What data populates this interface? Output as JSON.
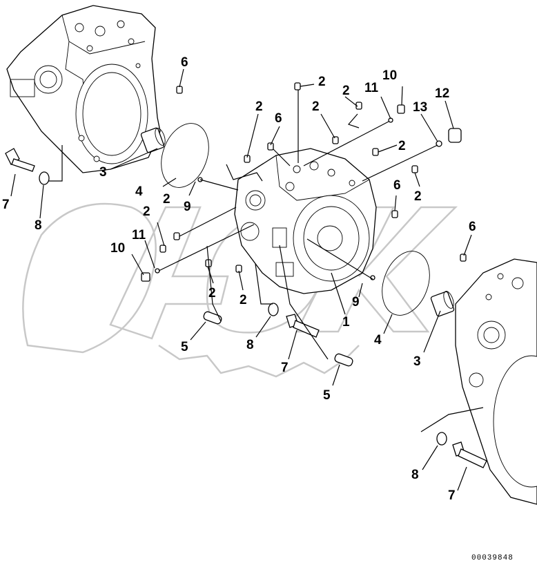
{
  "diagram": {
    "callouts": {
      "c1": "1",
      "c2a": "2",
      "c2b": "2",
      "c2c": "2",
      "c2d": "2",
      "c2e": "2",
      "c2f": "2",
      "c2g": "2",
      "c2h": "2",
      "c2i": "2",
      "c2j": "2",
      "c3a": "3",
      "c3b": "3",
      "c4a": "4",
      "c4b": "4",
      "c5a": "5",
      "c5b": "5",
      "c6a": "6",
      "c6b": "6",
      "c6c": "6",
      "c6d": "6",
      "c7a": "7",
      "c7b": "7",
      "c7c": "7",
      "c8a": "8",
      "c8b": "8",
      "c8c": "8",
      "c9a": "9",
      "c9b": "9",
      "c10a": "10",
      "c10b": "10",
      "c11a": "11",
      "c11b": "11",
      "c12": "12",
      "c13": "13"
    },
    "drawing_number": "00039848"
  }
}
